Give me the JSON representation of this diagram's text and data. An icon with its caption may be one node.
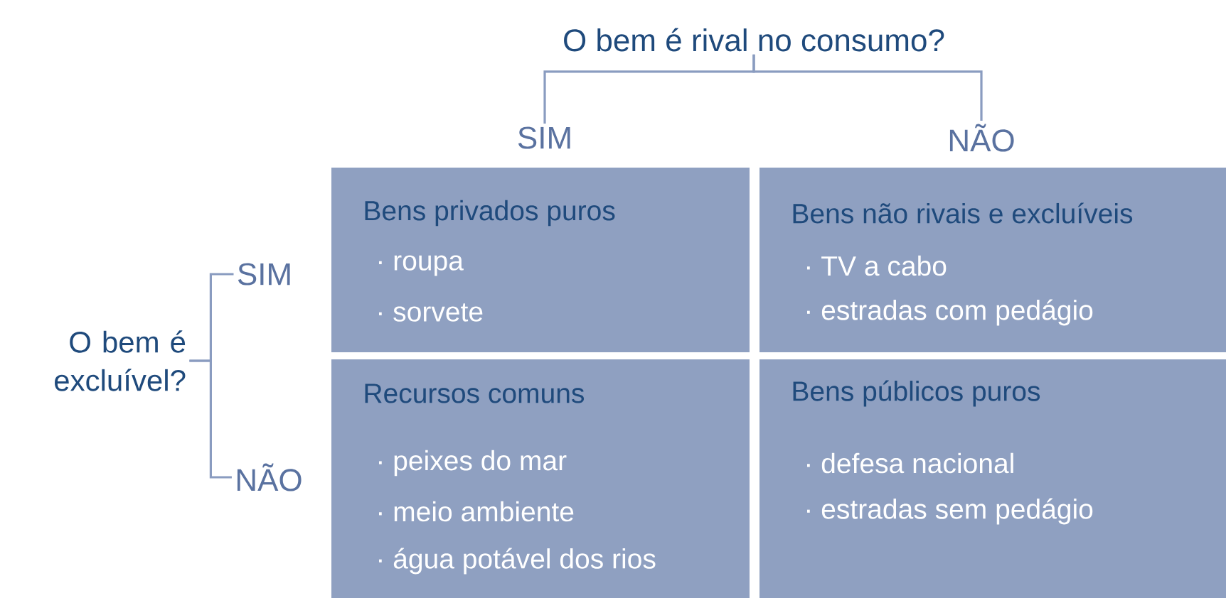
{
  "diagram": {
    "nodes": [
      {
        "text": [
          "O bem é rival no consumo?"
        ]
      },
      {
        "text": [
          "SIM"
        ]
      },
      {
        "text": [
          "NÃO"
        ]
      },
      {
        "text": [
          "O bem é excluível?"
        ]
      },
      {
        "text": [
          "SIM"
        ]
      },
      {
        "text": [
          "NÃO"
        ]
      },
      {
        "text": [
          "Bens privados puros",
          "· roupa",
          "· sorvete"
        ]
      },
      {
        "text": [
          "Bens não rivais e excluíveis",
          "· TV a cabo",
          "· estradas com pedágio"
        ]
      },
      {
        "text": [
          "Recursos comuns",
          "· peixes do mar",
          "· meio ambiente",
          "· água potável dos rios"
        ]
      },
      {
        "text": [
          "Bens públicos puros",
          "· defesa nacional",
          "· estradas sem pedágio"
        ]
      }
    ],
    "edges": [
      {
        "from": 0,
        "to": 1,
        "arrow": "none"
      },
      {
        "from": 0,
        "to": 2,
        "arrow": "none"
      },
      {
        "from": 3,
        "to": 4,
        "arrow": "none"
      },
      {
        "from": 3,
        "to": 5,
        "arrow": "none"
      }
    ]
  }
}
